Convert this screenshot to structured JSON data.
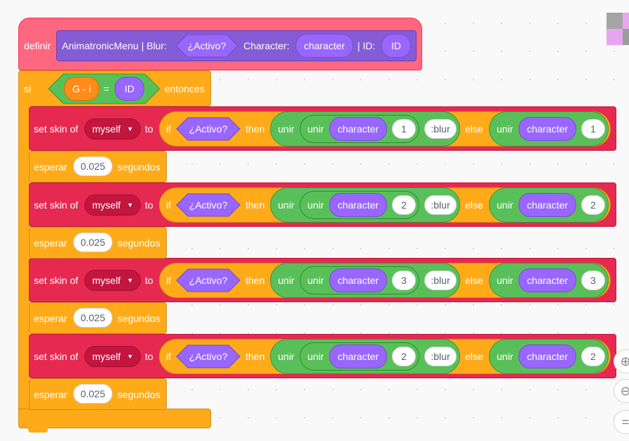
{
  "colors": {
    "define": "#ff6680",
    "control": "#ffab19",
    "operator": "#59c059",
    "looks": "#e62950",
    "variable": "#9966ff"
  },
  "define": {
    "keyword": "definir",
    "name": "AnimatronicMenu | Blur:",
    "arg1": "¿Activo?",
    "char_label": "Character:",
    "arg2": "character",
    "id_label": "| ID:",
    "arg3": "ID"
  },
  "if_block": {
    "keyword": "si",
    "left": "G - i",
    "op": "=",
    "right": "ID",
    "then": "entonces"
  },
  "skin_rows": [
    {
      "label": "set skin of",
      "target": "myself",
      "to": "to",
      "if": "if",
      "cond": "¿Activo?",
      "then": "then",
      "join": "unir",
      "char": "character",
      "num": "1",
      "suffix": ":blur",
      "else": "else",
      "num2": "1"
    },
    {
      "label": "set skin of",
      "target": "myself",
      "to": "to",
      "if": "if",
      "cond": "¿Activo?",
      "then": "then",
      "join": "unir",
      "char": "character",
      "num": "2",
      "suffix": ":blur",
      "else": "else",
      "num2": "2"
    },
    {
      "label": "set skin of",
      "target": "myself",
      "to": "to",
      "if": "if",
      "cond": "¿Activo?",
      "then": "then",
      "join": "unir",
      "char": "character",
      "num": "3",
      "suffix": ":blur",
      "else": "else",
      "num2": "3"
    },
    {
      "label": "set skin of",
      "target": "myself",
      "to": "to",
      "if": "if",
      "cond": "¿Activo?",
      "then": "then",
      "join": "unir",
      "char": "character",
      "num": "2",
      "suffix": ":blur",
      "else": "else",
      "num2": "2"
    }
  ],
  "wait_rows": [
    {
      "label": "esperar",
      "value": "0.025",
      "unit": "segundos"
    },
    {
      "label": "esperar",
      "value": "0.025",
      "unit": "segundos"
    },
    {
      "label": "esperar",
      "value": "0.025",
      "unit": "segundos"
    },
    {
      "label": "esperar",
      "value": "0.025",
      "unit": "segundos"
    }
  ],
  "zoom": {
    "zoom_in": "zoom-in-icon",
    "zoom_out": "zoom-out-icon",
    "reset": "reset-zoom-icon"
  }
}
